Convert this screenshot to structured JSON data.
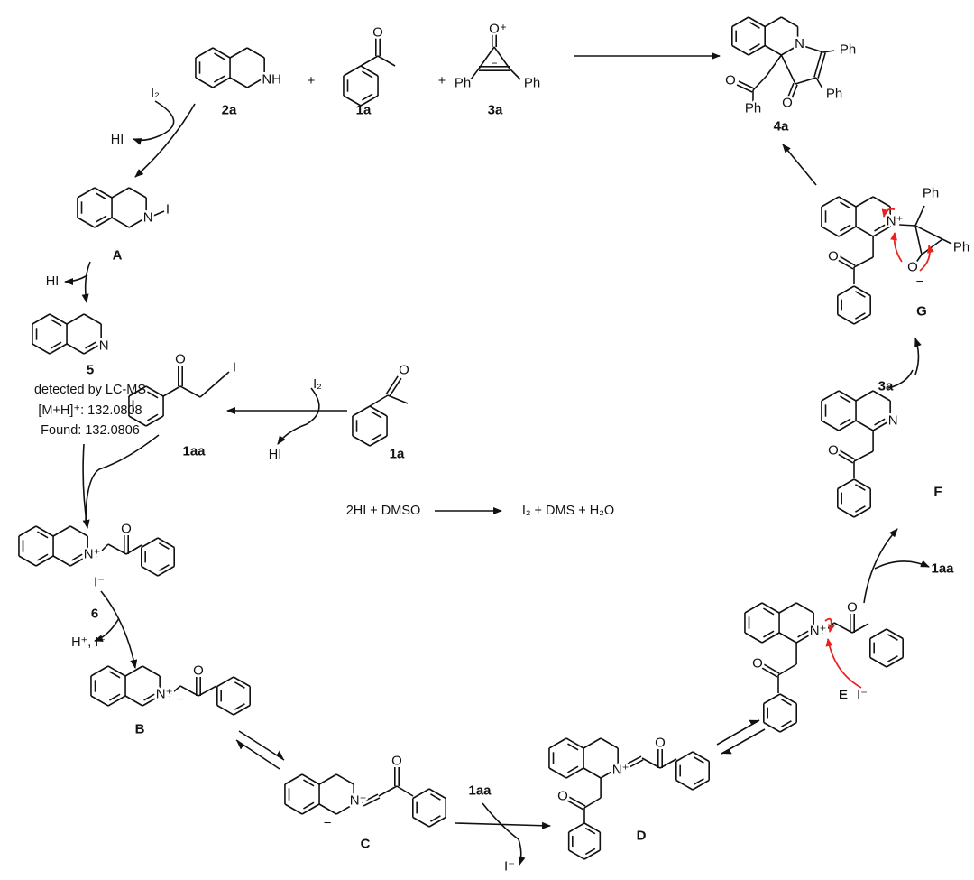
{
  "labels": {
    "c2a": "2a",
    "c1a": "1a",
    "c3a": "3a",
    "c4a": "4a",
    "cA": "A",
    "c5": "5",
    "c1aa": "1aa",
    "c1a_b": "1a",
    "c6": "6",
    "cB": "B",
    "cC": "C",
    "cD": "D",
    "cE": "E",
    "cF": "F",
    "cG": "G"
  },
  "reagents": {
    "plus1": "+",
    "plus2": "+",
    "i2_top": "I₂",
    "hi_top": "HI",
    "hi_a": "HI",
    "i2_mid": "I₂",
    "hi_mid": "HI",
    "h_i": "H⁺, I⁻",
    "r1aa_cd": "1aa",
    "iminus_cd": "I⁻",
    "r1aa_ef": "1aa",
    "r3a_fg": "3a"
  },
  "lcms": {
    "line1": "detected by LC-MS",
    "line2": "[M+H]⁺: 132.0808",
    "line3": "Found: 132.0806"
  },
  "equation": {
    "left": "2HI  +  DMSO",
    "right": "I₂  +  DMS  +  H₂O"
  },
  "atoms": {
    "NH": "NH",
    "N": "N",
    "Nplus": "N⁺",
    "I": "I",
    "O": "O",
    "Ph": "Ph",
    "Iminus": "I⁻",
    "minus": "−",
    "plus": "+",
    "Ominus": "O⁻"
  },
  "colors": {
    "ink": "#111111",
    "electron_arrow": "#e8231f"
  }
}
